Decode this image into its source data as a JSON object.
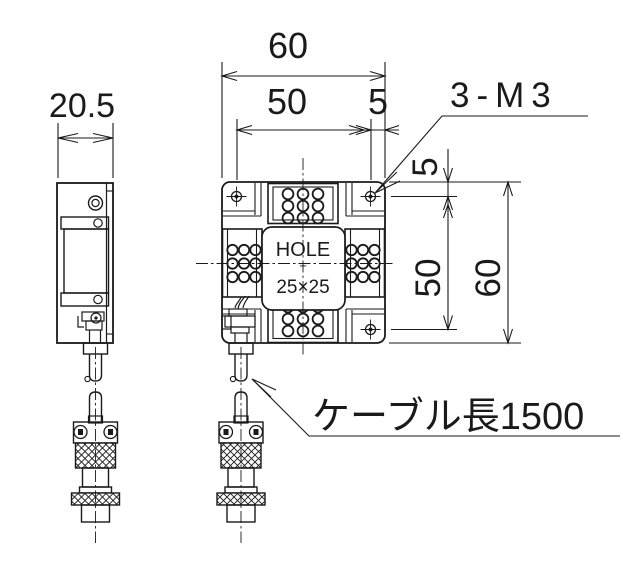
{
  "drawing": {
    "side_view": {
      "width_dim": "20.5"
    },
    "front_view": {
      "top_width_dim": "60",
      "top_pitch_dim": "50",
      "top_edge_dim": "5",
      "right_edge_dim": "5",
      "right_pitch_dim": "50",
      "right_height_dim": "60",
      "thread_callout": "3-M3",
      "hole_label": "HOLE",
      "hole_center_mark": "+",
      "hole_size_label": "25×25"
    },
    "cable_note": "ケーブル長1500",
    "colors": {
      "line": "#1a1a1a",
      "background": "#ffffff"
    }
  }
}
